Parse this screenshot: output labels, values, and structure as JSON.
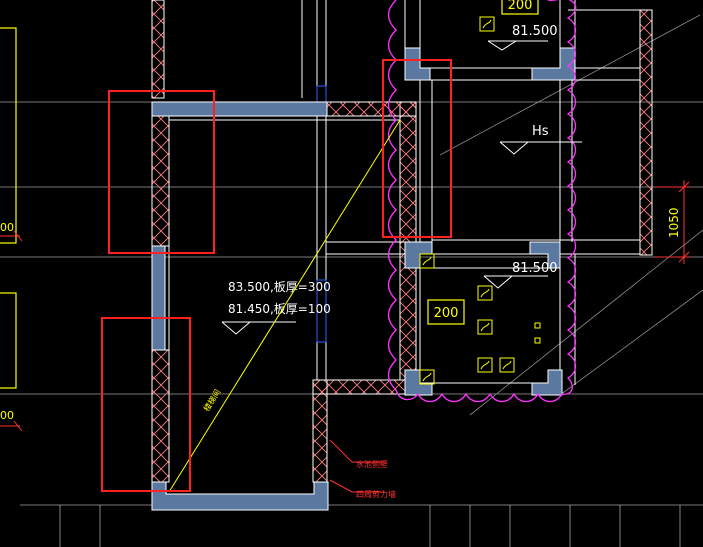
{
  "drawing": {
    "colors": {
      "background": "#000000",
      "grid_line": "#e6e6e6",
      "wall_outline": "#ffffff",
      "wall_hatch": "#ff8080",
      "column_fill": "#5a78a0",
      "annotation_yellow": "#ffff00",
      "revision_cloud": "#ff33ff",
      "dimension_red": "#ff3333",
      "selection_box": "#ff2020",
      "small_note_red": "#ff3030",
      "blue_outline": "#3060ff"
    },
    "labels": {
      "top_slab_tag": "200",
      "top_elevation": "81.500",
      "hs_label": "Hs",
      "dimension_value": "1050",
      "right_elevation": "81.500",
      "right_slab_tag": "200",
      "main_elevation_line1": "83.500,板厚=300",
      "main_elevation_line2": "81.450,板厚=100",
      "diagonal_note": "楼梯间",
      "note_red_1": "水池侧壁",
      "note_red_2": "四周剪力墙",
      "left_dim_top": "00",
      "left_dim_bottom": "00"
    },
    "icons": {
      "hatch_symbol": "slab-hatch-icon",
      "elevation_marker": "elevation-triangle-icon",
      "dimension_tick": "dimension-tick-icon"
    }
  }
}
